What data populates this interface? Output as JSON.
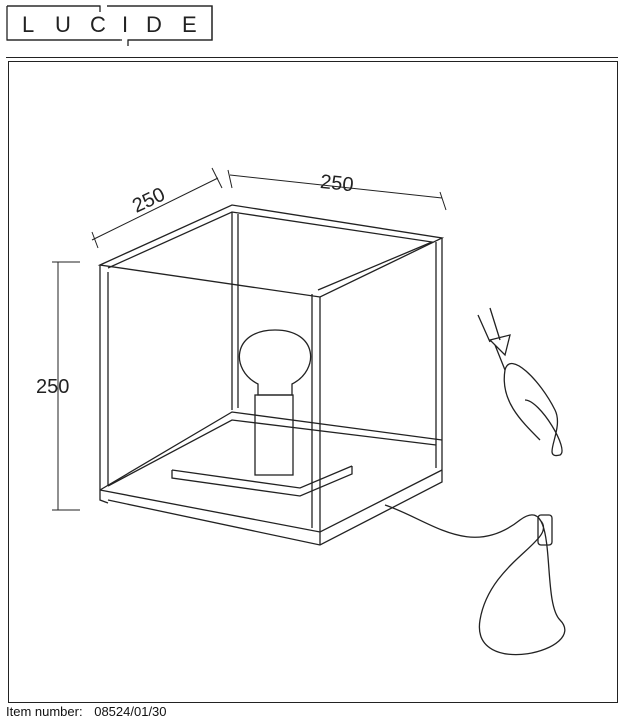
{
  "brand": "LUCIDE",
  "dimensions": {
    "depth": "250",
    "width": "250",
    "height": "250"
  },
  "footer": {
    "label": "Item number:",
    "value": "08524/01/30"
  }
}
